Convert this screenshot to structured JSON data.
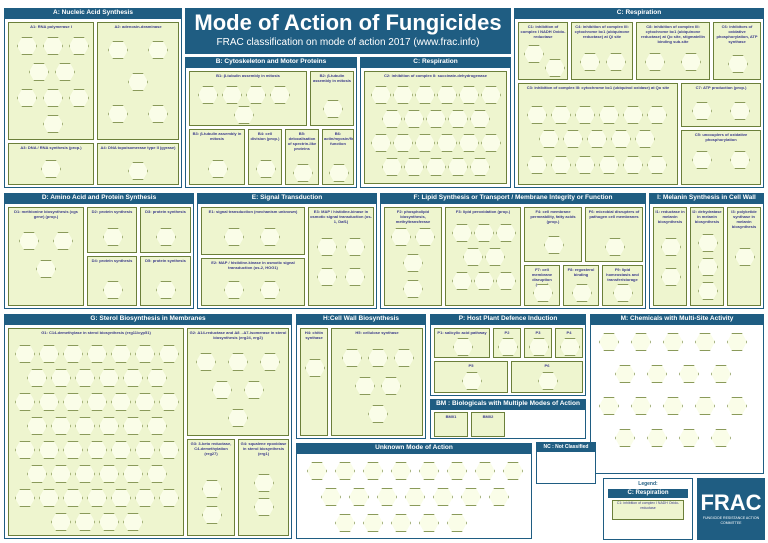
{
  "poster": {
    "title": "Mode of Action of Fungicides",
    "subtitle": "FRAC classification on mode of action 2017 (www.frac.info)"
  },
  "sections": {
    "a": "A: Nucleic Acid Synthesis",
    "b": "B: Cytoskeleton and Motor Proteins",
    "c": "C: Respiration",
    "c2": "C: Respiration",
    "d": "D: Amino Acid and Protein Synthesis",
    "e": "E: Signal Transduction",
    "f": "F: Lipid Synthesis or Transport / Membrane Integrity or Function",
    "i": "I: Melanin Synthesis in Cell Wall",
    "g": "G: Sterol Biosynthesis in Membranes",
    "h": "H:Cell Wall Biosynthesis",
    "p": "P: Host Plant Defence Induction",
    "m": "M: Chemicals with Multi-Site Activity",
    "bm": "BM : Biologicals with Multiple Modes of Action",
    "u": "Unknown Mode of Action",
    "nc": "NC : Not Classified"
  },
  "groups": {
    "a1": "A1: RNA polymerase I",
    "a2": "A2: adenosin-deaminase",
    "a3": "A3: DNA / RNA synthesis (prop.)",
    "a4": "A4: DNA topoisomerase type II (gyrase)",
    "b1": "B1: β-tubulin assembly in mitosis",
    "b2": "B2: β-tubulin assembly in mitosis",
    "b3": "B3: β-tubulin assembly in mitosis",
    "b4": "B4: cell division (prop.)",
    "b5": "B5: delocalisation of spectrin-like proteins",
    "b6": "B6: actin/myosin/fimbrin function",
    "c1": "C1: inhibition of complex I NADH Oxido-reductase",
    "c2": "C2: inhibition of complex II: succinate-dehydrogenase",
    "c3": "C3: inhibition of complex III: cytochrome bc1 (ubiquinol oxidase) at Qo site",
    "c4": "C4: inhibition of complex III: cytochrome bc1 (ubiquinone reductase) at Qi site",
    "c5": "C5: uncouplers of oxidative phosphorylation",
    "c6": "C6: inhibitors of oxidative phosphorylation, ATP synthase",
    "c7": "C7: ATP production (prop.)",
    "c8": "C8: inhibition of complex III: cytochrome bc1 (ubiquinone reductase) at Qo site, stigmatellin binding sub-site",
    "d1": "D1: methionine biosynthesis (cgs gene) (prop.)",
    "d2": "D2: protein synthesis",
    "d3": "D3: protein synthesis",
    "d4": "D4: protein synthesis",
    "d5": "D5: protein synthesis",
    "e1": "E1: signal transduction (mechanism unknown)",
    "e2": "E2: MAP / histidine-kinase in osmotic signal transduction (os-2, HOG1)",
    "e3": "E3: MAP / histidine-kinase in osmotic signal transduction (os-1, Daf1)",
    "f2": "F2: phospholipid biosynthesis, methyltransferase",
    "f3": "F3: lipid peroxidation (prop.)",
    "f4": "F4: cell membrane permeability, fatty acids (prop.)",
    "f6": "F6: microbial disrupters of pathogen cell membranes",
    "f7": "F7: cell membrane disruption (prop.)",
    "f8": "F8: ergosterol binding",
    "f9": "F9: lipid homeostasis and transfer/storage",
    "i1": "I1: reductase in melanin biosynthesis",
    "i2": "I2: dehydratase in melanin biosynthesis",
    "i3": "I3: polyketide synthase in melanin biosynthesis",
    "g1": "G1: C14-demethylase in sterol biosynthesis (erg11/cyp51)",
    "g2": "G2: Δ14-reductase and Δ8→Δ7-isomerase in sterol biosynthesis (erg24, erg2)",
    "g3": "G3: 3-keto reductase, C4-demethylation (erg27)",
    "g4": "G4: squalene epoxidase in sterol biosynthesis (erg1)",
    "h4": "H4: chitin synthase",
    "h5": "H5: cellulose synthase",
    "p1": "P1: salicylic acid pathway",
    "p2": "P2",
    "p3": "P3",
    "p4": "P4",
    "p5": "P5",
    "p6": "P6",
    "bm1": "BM01",
    "bm2": "BM02"
  },
  "legend": {
    "title": "Legend:",
    "section": "C: Respiration",
    "group": "C1: inhibition of complex I NADH Oxido-reductase"
  },
  "logo": {
    "name": "FRAC",
    "tagline": "FUNGICIDE RESISTANCE ACTION COMMITTEE"
  },
  "colors": {
    "section_header": "#1f5d82",
    "group_fill": "#eef5cf",
    "hex_fill": "#fafde8"
  }
}
